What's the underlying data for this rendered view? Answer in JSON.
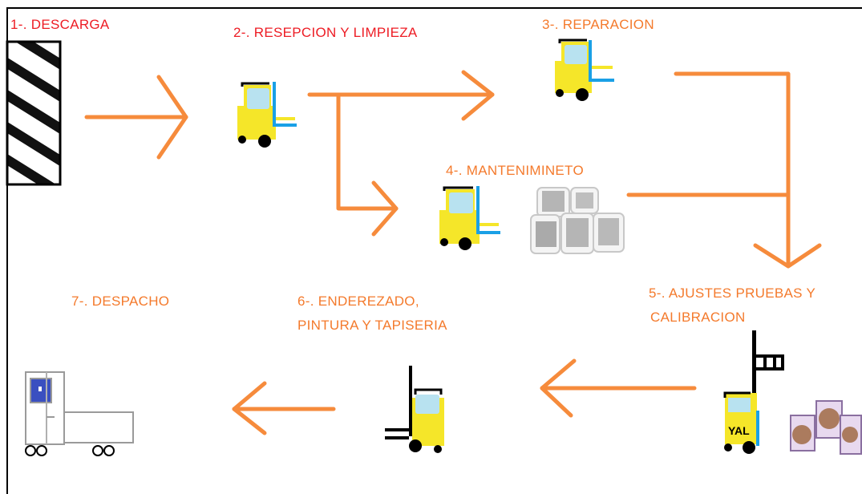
{
  "colors": {
    "arrow": "#f68b3c",
    "red_label": "#ed1c24",
    "orange_label": "#f47a2c",
    "forklift_body": "#f5e629",
    "forklift_mast": "#1aa0e6",
    "cab_glass": "#b8e2f0",
    "frame": "#000000"
  },
  "steps": [
    {
      "id": "step1",
      "label": "1-. DESCARGA",
      "icon": "loading-dock-icon"
    },
    {
      "id": "step2",
      "label": "2-. RESEPCION Y LIMPIEZA",
      "icon": "forklift-icon"
    },
    {
      "id": "step3",
      "label": "3-. REPARACION",
      "icon": "forklift-icon"
    },
    {
      "id": "step4",
      "label": "4-. MANTENIMINETO",
      "icon": "forklift-icon"
    },
    {
      "id": "step5",
      "lines": [
        "5-. AJUSTES PRUEBAS Y",
        "CALIBRACION"
      ],
      "icon": "yal-forklift-icon",
      "forklift_text": "YAL"
    },
    {
      "id": "step6",
      "lines": [
        "6-. ENDEREZADO,",
        "PINTURA Y TAPISERIA"
      ],
      "icon": "forklift-icon"
    },
    {
      "id": "step7",
      "label": "7-. DESPACHO",
      "icon": "truck-icon"
    }
  ]
}
